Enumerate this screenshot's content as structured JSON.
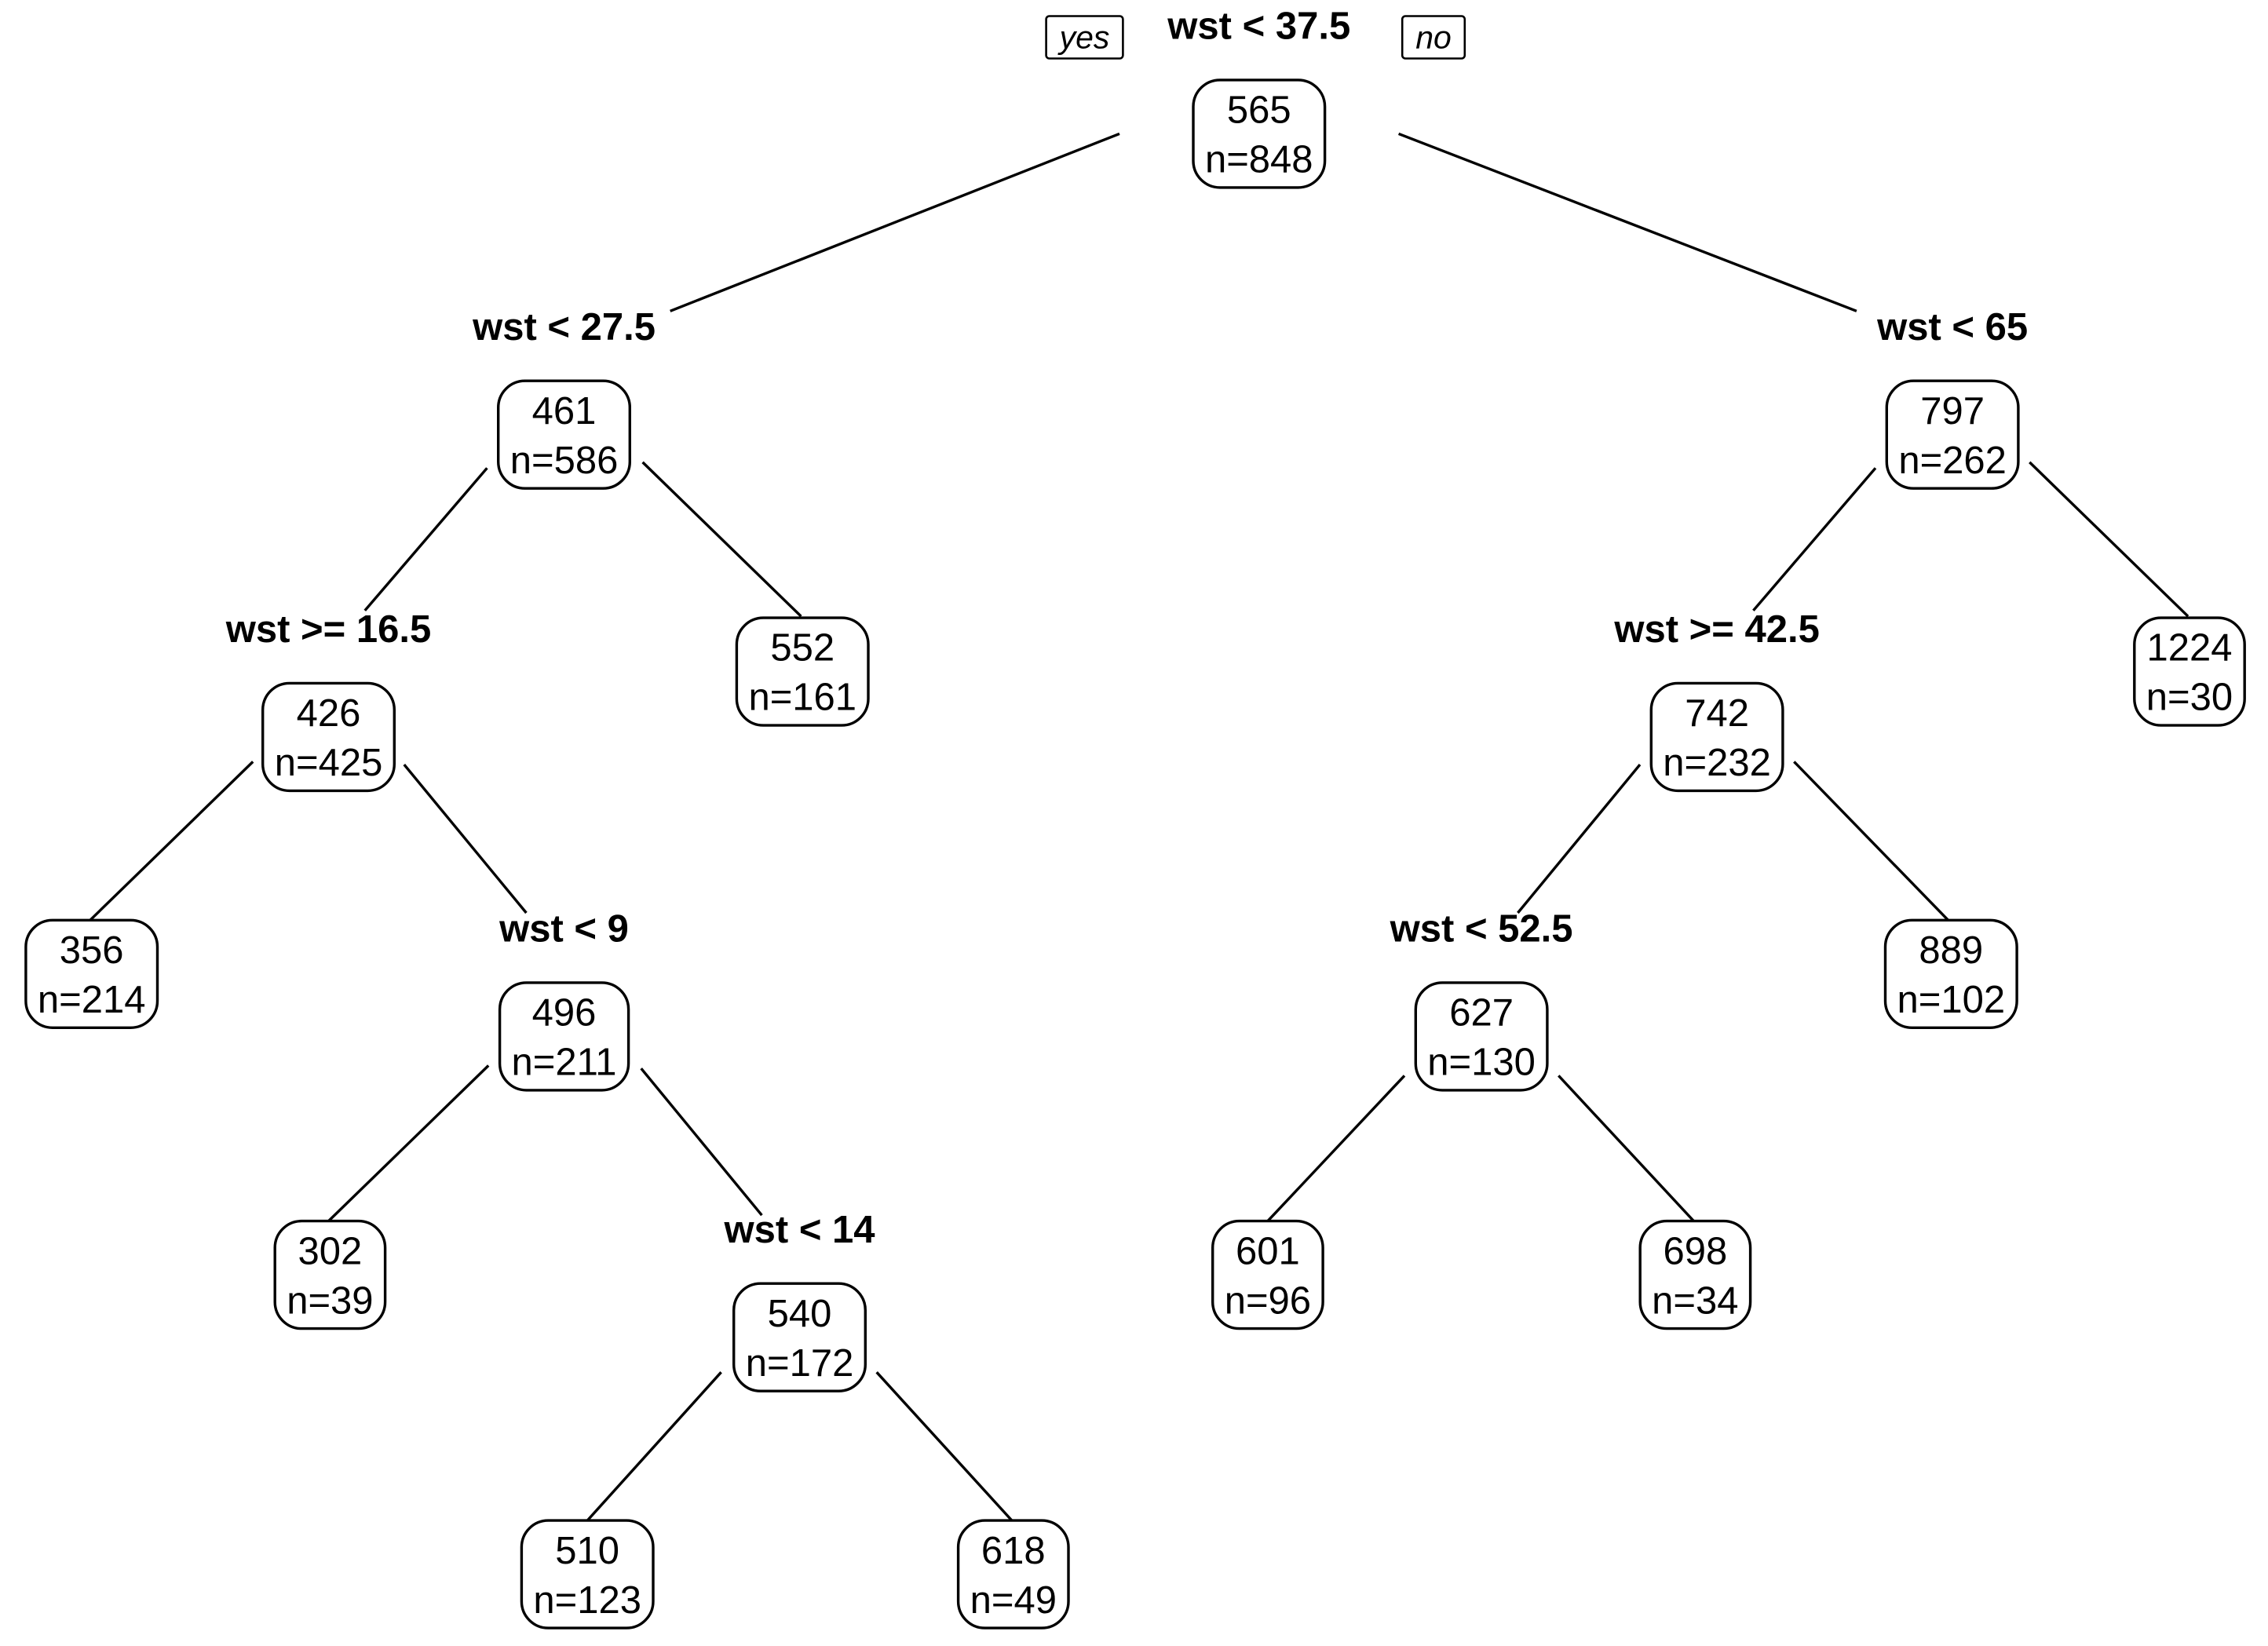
{
  "labels": {
    "yes": "yes",
    "no": "no"
  },
  "nodes": [
    {
      "id": "n1",
      "value": "565",
      "n": "n=848",
      "split": "wst < 37.5"
    },
    {
      "id": "n2",
      "value": "461",
      "n": "n=586",
      "split": "wst < 27.5"
    },
    {
      "id": "n3",
      "value": "797",
      "n": "n=262",
      "split": "wst < 65"
    },
    {
      "id": "n4",
      "value": "426",
      "n": "n=425",
      "split": "wst >= 16.5"
    },
    {
      "id": "n5",
      "value": "552",
      "n": "n=161",
      "split": ""
    },
    {
      "id": "n6",
      "value": "742",
      "n": "n=232",
      "split": "wst >= 42.5"
    },
    {
      "id": "n7",
      "value": "1224",
      "n": "n=30",
      "split": ""
    },
    {
      "id": "n8",
      "value": "356",
      "n": "n=214",
      "split": ""
    },
    {
      "id": "n9",
      "value": "496",
      "n": "n=211",
      "split": "wst < 9"
    },
    {
      "id": "n10",
      "value": "627",
      "n": "n=130",
      "split": "wst < 52.5"
    },
    {
      "id": "n11",
      "value": "889",
      "n": "n=102",
      "split": ""
    },
    {
      "id": "n12",
      "value": "302",
      "n": "n=39",
      "split": ""
    },
    {
      "id": "n13",
      "value": "540",
      "n": "n=172",
      "split": "wst < 14"
    },
    {
      "id": "n14",
      "value": "601",
      "n": "n=96",
      "split": ""
    },
    {
      "id": "n15",
      "value": "698",
      "n": "n=34",
      "split": ""
    },
    {
      "id": "n16",
      "value": "510",
      "n": "n=123",
      "split": ""
    },
    {
      "id": "n17",
      "value": "618",
      "n": "n=49",
      "split": ""
    }
  ]
}
